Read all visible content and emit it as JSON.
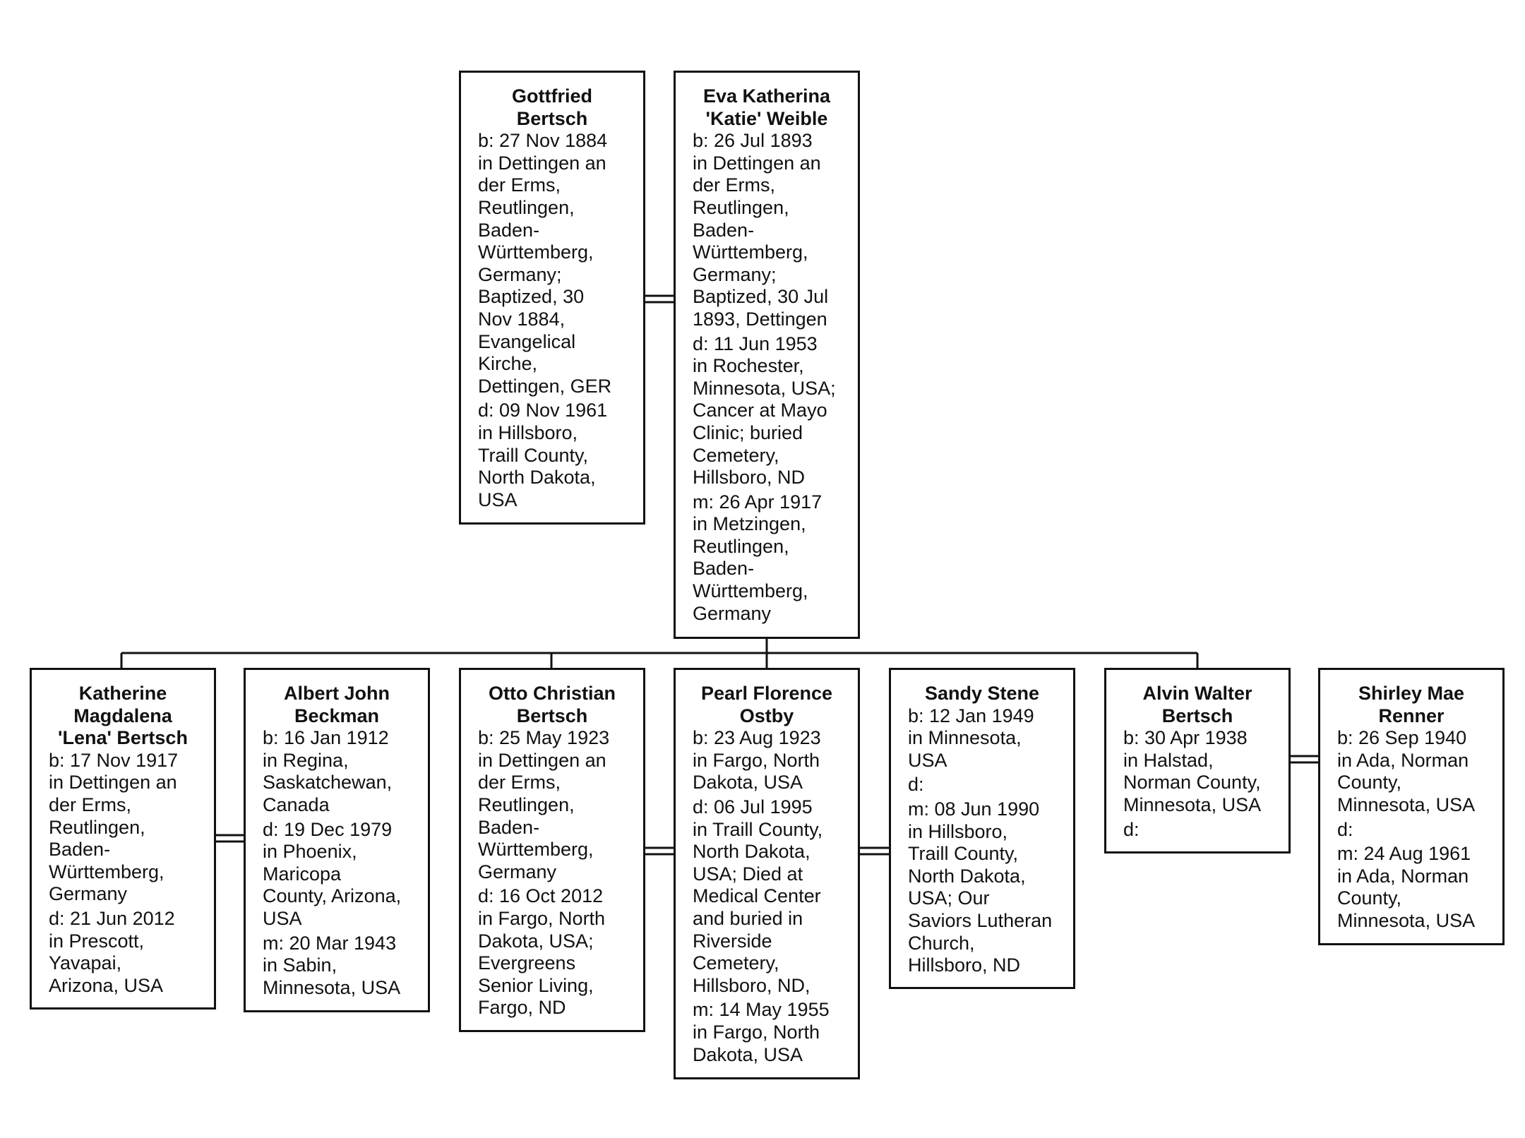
{
  "people": [
    {
      "name": "Gottfried\nBertsch",
      "facts": [
        "b: 27 Nov 1884\nin Dettingen an\nder Erms,\nReutlingen,\nBaden-\nWürttemberg,\nGermany;\nBaptized, 30\nNov 1884,\nEvangelical\nKirche,\nDettingen, GER",
        "d: 09 Nov 1961\nin Hillsboro,\nTraill County,\nNorth Dakota,\nUSA"
      ]
    },
    {
      "name": "Eva Katherina\n'Katie' Weible",
      "facts": [
        "b: 26 Jul 1893\nin Dettingen an\nder Erms,\nReutlingen,\nBaden-\nWürttemberg,\nGermany;\nBaptized, 30 Jul\n1893, Dettingen",
        "d: 11 Jun 1953\nin Rochester,\nMinnesota, USA;\nCancer at Mayo\nClinic; buried\nCemetery,\nHillsboro, ND",
        "m: 26 Apr 1917\nin Metzingen,\nReutlingen,\nBaden-\nWürttemberg,\nGermany"
      ]
    },
    {
      "name": "Katherine\nMagdalena\n'Lena' Bertsch",
      "facts": [
        "b: 17 Nov 1917\nin Dettingen an\nder Erms,\nReutlingen,\nBaden-\nWürttemberg,\nGermany",
        "d: 21 Jun 2012\nin Prescott,\nYavapai,\nArizona, USA"
      ]
    },
    {
      "name": "Albert John\nBeckman",
      "facts": [
        "b: 16 Jan 1912\nin Regina,\nSaskatchewan,\nCanada",
        "d: 19 Dec 1979\nin Phoenix,\nMaricopa\nCounty, Arizona,\nUSA",
        "m: 20 Mar 1943\nin Sabin,\nMinnesota, USA"
      ]
    },
    {
      "name": "Otto Christian\nBertsch",
      "facts": [
        "b: 25 May 1923\nin Dettingen an\nder Erms,\nReutlingen,\nBaden-\nWürttemberg,\nGermany",
        "d: 16 Oct 2012\nin Fargo, North\nDakota, USA;\nEvergreens\nSenior Living,\nFargo, ND"
      ]
    },
    {
      "name": "Pearl Florence\nOstby",
      "facts": [
        "b: 23 Aug 1923\nin Fargo, North\nDakota, USA",
        "d: 06 Jul 1995\nin Traill County,\nNorth Dakota,\nUSA; Died at\nMedical Center\nand buried in\nRiverside\nCemetery,\nHillsboro, ND,",
        "m: 14 May 1955\nin Fargo, North\nDakota, USA"
      ]
    },
    {
      "name": "Sandy Stene",
      "facts": [
        "b: 12 Jan 1949\nin Minnesota,\nUSA",
        "d:",
        "m: 08 Jun 1990\nin Hillsboro,\nTraill County,\nNorth Dakota,\nUSA; Our\nSaviors Lutheran\nChurch,\nHillsboro, ND"
      ]
    },
    {
      "name": "Alvin Walter\nBertsch",
      "facts": [
        "b: 30 Apr 1938\nin Halstad,\nNorman County,\nMinnesota, USA",
        "d:"
      ]
    },
    {
      "name": "Shirley Mae\nRenner",
      "facts": [
        "b: 26 Sep 1940\nin Ada, Norman\nCounty,\nMinnesota, USA",
        "d:",
        "m: 24 Aug 1961\nin Ada, Norman\nCounty,\nMinnesota, USA"
      ]
    }
  ]
}
